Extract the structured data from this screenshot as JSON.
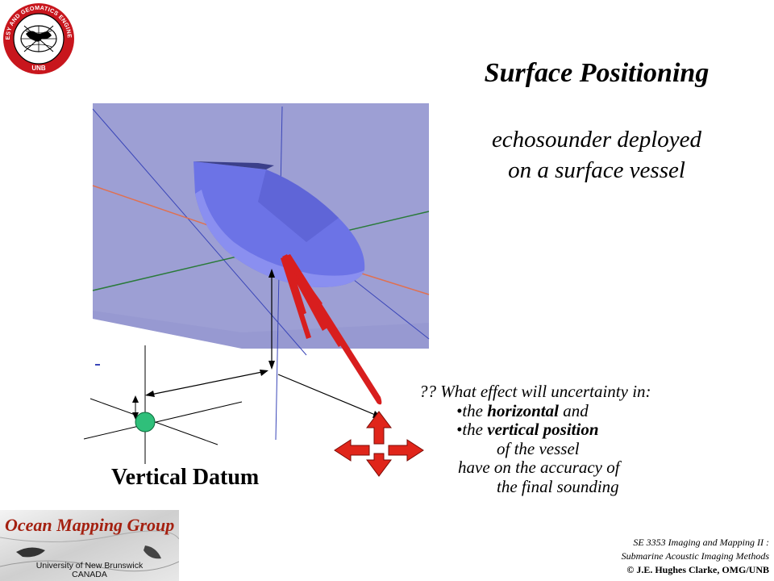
{
  "slide": {
    "title": "Surface Positioning",
    "subtitle_line1": "echosounder deployed",
    "subtitle_line2": "on a surface vessel",
    "question": {
      "line1": "?? What effect will uncertainty in:",
      "line2_pre": "•the ",
      "line2_bold": "horizontal",
      "line2_post": " and",
      "line3_pre": "•the ",
      "line3_bold": "vertical position",
      "line4": "of the vessel",
      "line5": "have on the accuracy of",
      "line6": "the final sounding"
    },
    "diagram_label": "Vertical Datum"
  },
  "logos": {
    "seal_text_top": "GEODESY AND GEOMATICS ENGINEERING",
    "seal_text_bottom": "UNB",
    "omg_name": "Ocean Mapping Group",
    "omg_univ_line1": "University of New Brunswick",
    "omg_univ_line2": "CANADA"
  },
  "footer": {
    "course_line1": "SE 3353 Imaging and Mapping II :",
    "course_line2": "Submarine Acoustic Imaging Methods",
    "copyright": "© J.E. Hughes Clarke, OMG/UNB"
  },
  "colors": {
    "water_plane": "#9d9fd4",
    "hull": "#6c73e6",
    "beam": "#d81e1e",
    "datum_marker": "#2fbf7a",
    "arrow": "#e0251a",
    "omg_title": "#a42010"
  }
}
